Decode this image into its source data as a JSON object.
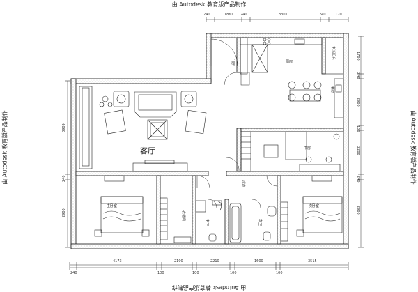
{
  "watermark": "由 Autodesk 教育版产品制作",
  "rooms": {
    "living": "客厅",
    "kitchen": "厨房",
    "dining": "餐厅",
    "study": "书房",
    "master_bed": "主卧室",
    "second_bed": "次卧室",
    "cloakroom": "衣帽间",
    "master_bath": "主卫",
    "guest_bath": "次卫",
    "corridor": "过道",
    "entry": "门厅",
    "balcony": "生活阳台"
  },
  "dims": {
    "top": [
      "240",
      "1861",
      "240",
      "3301",
      "240",
      "1170"
    ],
    "bottom": [
      "240",
      "4173",
      "100",
      "2100",
      "100",
      "2210",
      "100",
      "1600",
      "100",
      "3515"
    ],
    "left": [
      "3909",
      "240",
      "2900"
    ],
    "right": [
      "1700",
      "240",
      "2900",
      "100",
      "2200",
      "240",
      "2900"
    ]
  }
}
